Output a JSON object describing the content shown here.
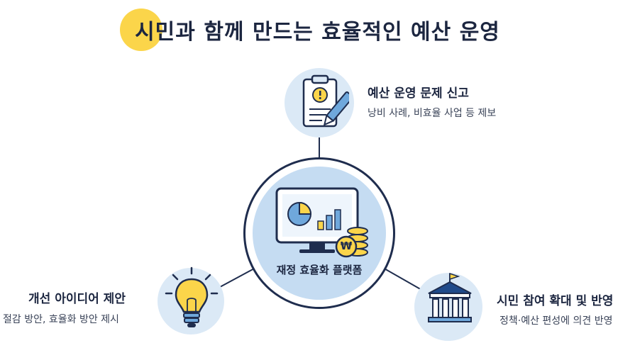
{
  "title": "시민과 함께 만드는 효율적인 예산 운영",
  "hub": {
    "label": "재정 효율화 플랫폼",
    "icon": "monitor-chart-coins-icon",
    "coin_symbol": "₩"
  },
  "nodes": [
    {
      "key": "report",
      "icon": "clipboard-pen-icon",
      "title": "예산 운영 문제 신고",
      "desc": "낭비 사례, 비효율 사업 등 제보"
    },
    {
      "key": "idea",
      "icon": "lightbulb-icon",
      "title": "개선 아이디어 제안",
      "desc": "절감 방안, 효율화 방안 제시"
    },
    {
      "key": "participation",
      "icon": "government-building-icon",
      "title": "시민 참여 확대 및 반영",
      "desc": "정책·예산 편성에 의견 반영"
    }
  ],
  "colors": {
    "accent_yellow": "#fbd54a",
    "navy": "#1f2d4e",
    "hub_fill": "#c5dcf2",
    "node_fill": "#dbe9f6"
  }
}
